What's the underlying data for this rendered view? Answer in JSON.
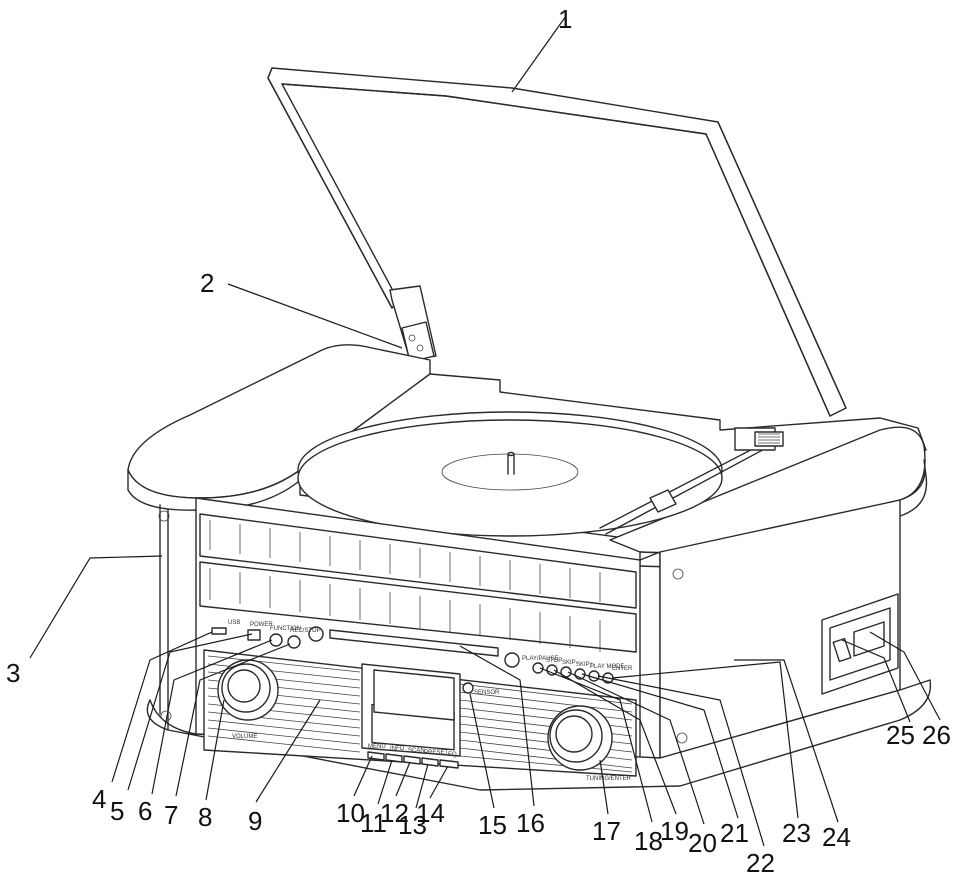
{
  "callouts": [
    {
      "label": "1"
    },
    {
      "label": "2"
    },
    {
      "label": "3"
    },
    {
      "label": "4"
    },
    {
      "label": "5"
    },
    {
      "label": "6"
    },
    {
      "label": "7"
    },
    {
      "label": "8"
    },
    {
      "label": "9"
    },
    {
      "label": "10"
    },
    {
      "label": "11"
    },
    {
      "label": "12"
    },
    {
      "label": "13"
    },
    {
      "label": "14"
    },
    {
      "label": "15"
    },
    {
      "label": "16"
    },
    {
      "label": "17"
    },
    {
      "label": "18"
    },
    {
      "label": "19"
    },
    {
      "label": "20"
    },
    {
      "label": "21"
    },
    {
      "label": "22"
    },
    {
      "label": "23"
    },
    {
      "label": "24"
    },
    {
      "label": "25"
    },
    {
      "label": "26"
    }
  ],
  "panel_text": {
    "usb": "USB",
    "power": "POWER",
    "function": "FUNCTION",
    "record": "REC/STOP",
    "volume": "VOLUME",
    "menu": "MENU",
    "info": "INFO",
    "scan": "SCAN",
    "preset": "PRESET",
    "eq": "EQ",
    "sensor": "SENSOR",
    "play_pause": "PLAY/PAUSE",
    "stop": "STOP",
    "skip_back": "SKIP-",
    "skip_fwd": "SKIP+",
    "play_mode": "PLAY MODE",
    "enter": "ENTER",
    "tuning": "TUNING/ENTER"
  }
}
